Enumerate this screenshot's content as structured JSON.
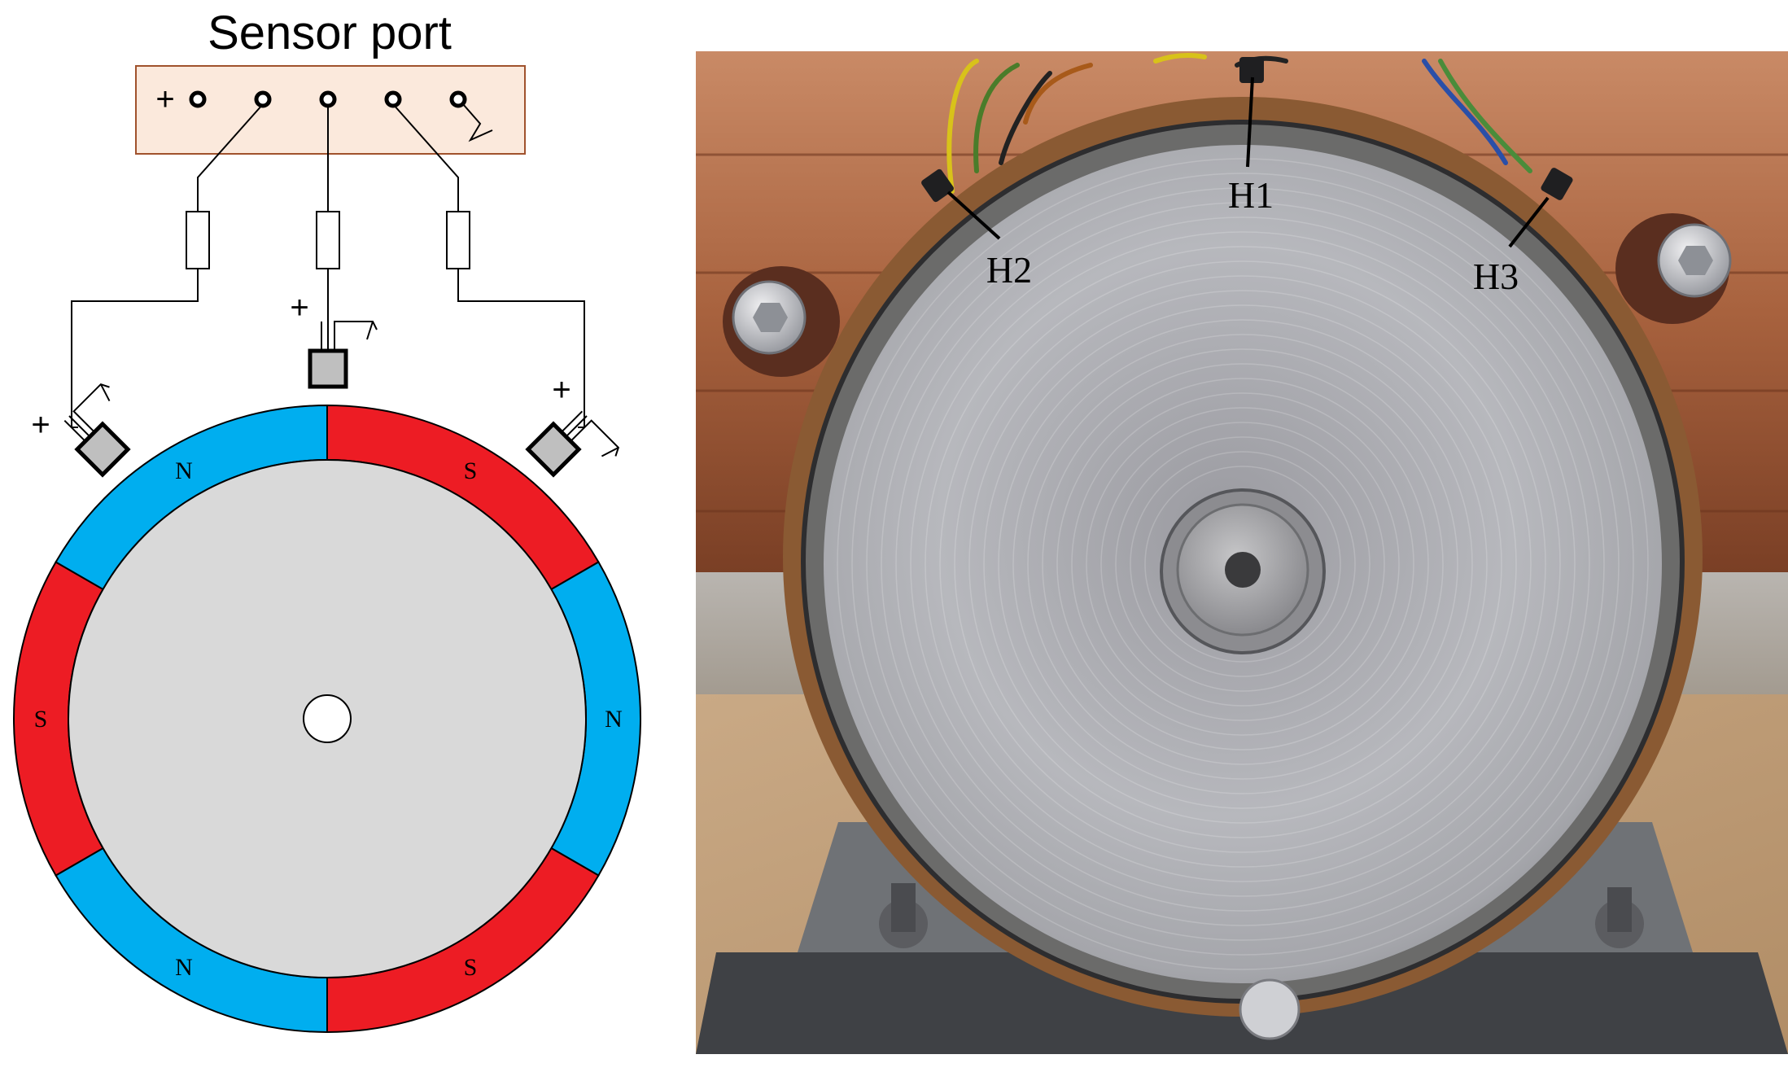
{
  "diagram": {
    "port_title": "Sensor port",
    "plus_sign": "+",
    "pole_labels": [
      "N",
      "S",
      "N",
      "S",
      "N",
      "S"
    ],
    "colors": {
      "north_pole": "#00aeef",
      "south_pole": "#ed1c24",
      "rotor_core": "#d9d9d9",
      "port_fill": "#fbe9dc",
      "port_border": "#a0522d",
      "sensor_fill": "#bfbfbf"
    }
  },
  "photo": {
    "sensor_labels": [
      "H1",
      "H2",
      "H3"
    ]
  }
}
